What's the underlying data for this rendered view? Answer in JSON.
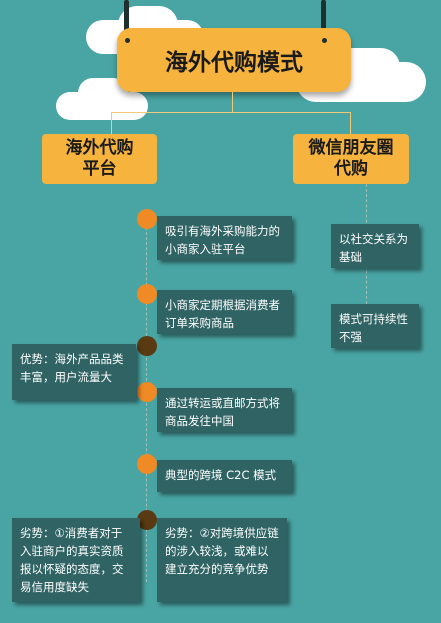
{
  "title": "海外代购模式",
  "left_category": {
    "line1": "海外代购",
    "line2": "平台"
  },
  "right_category": {
    "line1": "微信朋友圈",
    "line2": "代购"
  },
  "left_steps": [
    "吸引有海外采购能力的小商家入驻平台",
    "小商家定期根据消费者订单采购商品",
    "通过转运或直邮方式将商品发往中国",
    "典型的跨境 C2C 模式"
  ],
  "left_advantage": "优势：海外产品品类丰富，用户流量大",
  "left_disadvantage_1": "劣势：①消费者对于入驻商户的真实资质报以怀疑的态度，交易信用度缺失",
  "left_disadvantage_2": "劣势：②对跨境供应链的涉入较浅，或难以建立充分的竞争优势",
  "right_items": [
    "以社交关系为基础",
    "模式可持续性不强"
  ],
  "colors": {
    "background": "#49a5a4",
    "accent_orange": "#f6b43e",
    "card": "#2f6364",
    "dot_orange": "#ef8a24",
    "dot_brown": "#5a3a12"
  }
}
